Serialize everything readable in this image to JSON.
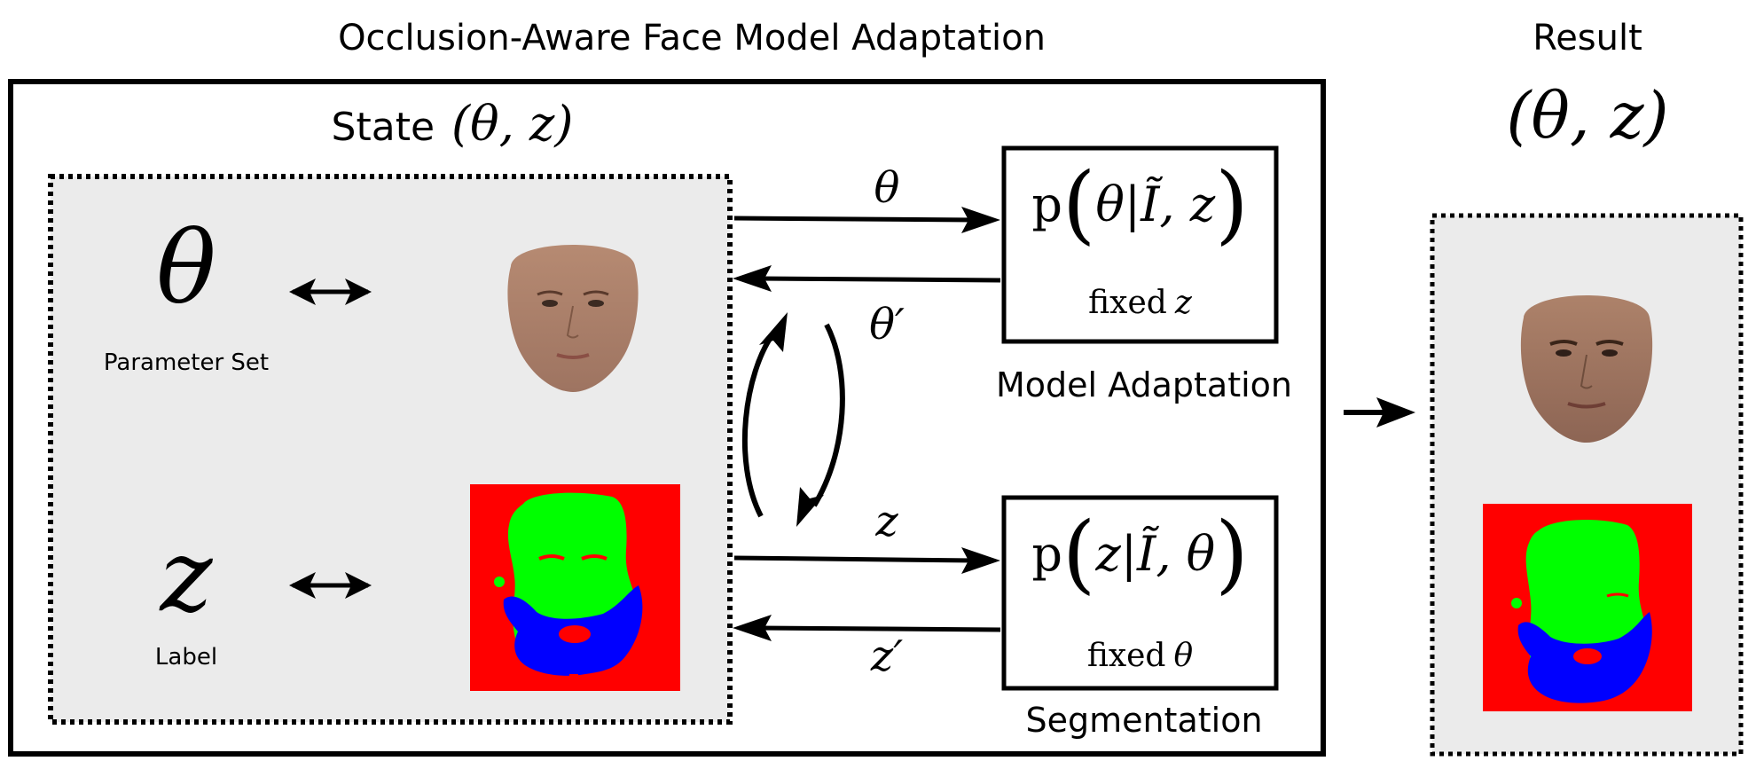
{
  "titles": {
    "main": "Occlusion-Aware Face Model Adaptation",
    "result": "Result",
    "result_state": "(θ, z)"
  },
  "state": {
    "label_prefix": "State",
    "label_math": "(θ, z)",
    "theta_symbol": "θ",
    "theta_caption": "Parameter Set",
    "z_symbol": "z",
    "z_caption": "Label"
  },
  "edges": {
    "theta_out": "θ",
    "theta_in": "θ′",
    "z_out": "z",
    "z_in": "z′"
  },
  "model_adaptation": {
    "formula_prefix": "p",
    "formula_args": "θ|Ĩ, z",
    "fixed_label": "fixed",
    "fixed_var": "z",
    "caption": "Model Adaptation"
  },
  "segmentation": {
    "formula_prefix": "p",
    "formula_args": "z|Ĩ, θ",
    "fixed_label": "fixed",
    "fixed_var": "θ",
    "caption": "Segmentation"
  },
  "colors": {
    "panel_gray": "#ebebeb",
    "seg_face": "#00ff00",
    "seg_occlusion": "#0000ff",
    "seg_background": "#ff0000",
    "skin": "#b98b73"
  }
}
